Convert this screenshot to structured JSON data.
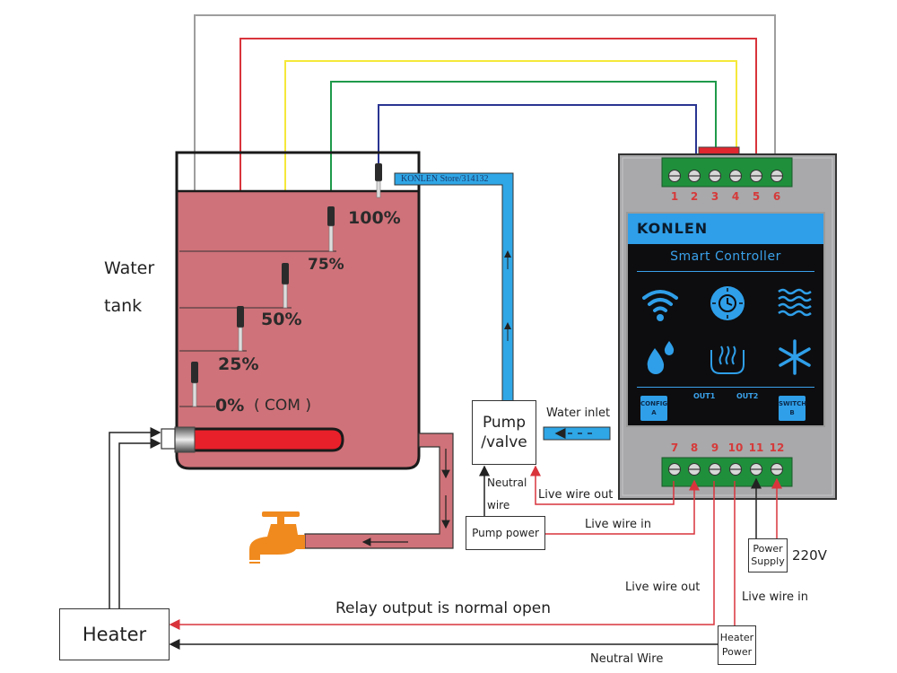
{
  "title": "Water level controller wiring diagram",
  "colors": {
    "water": "#cf7279",
    "pipe_blue": "#2fa6e6",
    "wire_gray": "#9e9e9e",
    "wire_red": "#d9343c",
    "wire_yellow": "#f5e93a",
    "wire_green": "#1f9a4a",
    "wire_blue": "#2a3592",
    "terminal_green": "#1f8f3c",
    "heater_element": "#e8202a",
    "faucet": "#f08a1e",
    "panel_blue": "#2f9fe9"
  },
  "tank": {
    "label_line1": "Water",
    "label_line2": "tank",
    "levels": [
      {
        "label": "100%",
        "wire": "blue",
        "terminal": 2
      },
      {
        "label": "75%",
        "wire": "green",
        "terminal": 3
      },
      {
        "label": "50%",
        "wire": "yellow",
        "terminal": 4
      },
      {
        "label": "25%",
        "wire": "red",
        "terminal": 5
      },
      {
        "label": "0%",
        "note": "( COM )",
        "wire": "gray",
        "terminal": 6
      }
    ]
  },
  "pipe": {
    "watermark": "KONLEN Store/314132",
    "water_inlet_label": "Water inlet"
  },
  "pump": {
    "label_line1": "Pump",
    "label_line2": "/valve",
    "power_label": "Pump power",
    "neutral_label_line1": "Neutral",
    "neutral_label_line2": "wire",
    "live_out_label": "Live wire out",
    "live_in_label": "Live wire in"
  },
  "controller": {
    "brand": "KONLEN",
    "subtitle": "Smart Controller",
    "icons": [
      "wifi-icon",
      "timer-icon",
      "waves-icon",
      "water-drops-icon",
      "heating-icon",
      "snowflake-icon"
    ],
    "button_a_line1": "CONFIG",
    "button_a_line2": "A",
    "button_b_line1": "SWITCH",
    "button_b_line2": "B",
    "out1": "OUT1",
    "out2": "OUT2",
    "top_terminals": [
      "1",
      "2",
      "3",
      "4",
      "5",
      "6"
    ],
    "bottom_terminals": [
      "7",
      "8",
      "9",
      "10",
      "11",
      "12"
    ]
  },
  "power": {
    "supply_line1": "Power",
    "supply_line2": "Supply",
    "voltage": "220V"
  },
  "heater": {
    "label": "Heater",
    "power_line1": "Heater",
    "power_line2": "Power",
    "relay_note": "Relay output is normal open",
    "live_out_label": "Live wire out",
    "live_in_label": "Live wire in",
    "neutral_label": "Neutral Wire"
  }
}
